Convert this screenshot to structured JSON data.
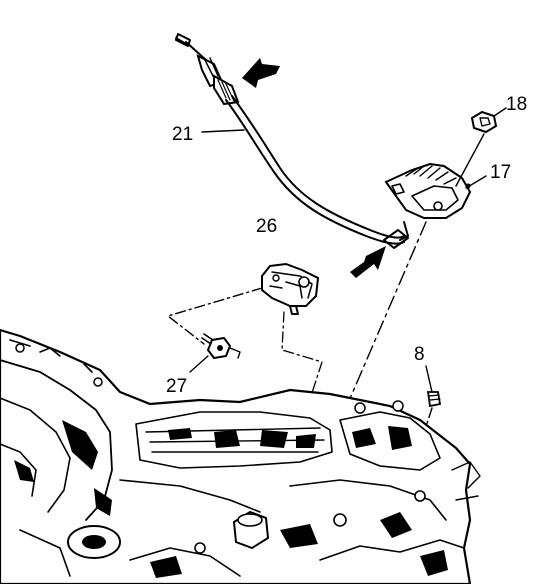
{
  "callouts": [
    {
      "id": "18",
      "label": "18"
    },
    {
      "id": "17",
      "label": "17"
    },
    {
      "id": "21",
      "label": "21"
    },
    {
      "id": "26",
      "label": "26"
    },
    {
      "id": "27",
      "label": "27"
    },
    {
      "id": "8",
      "label": "8"
    }
  ],
  "colors": {
    "ink": "#000000",
    "paper": "#ffffff"
  }
}
